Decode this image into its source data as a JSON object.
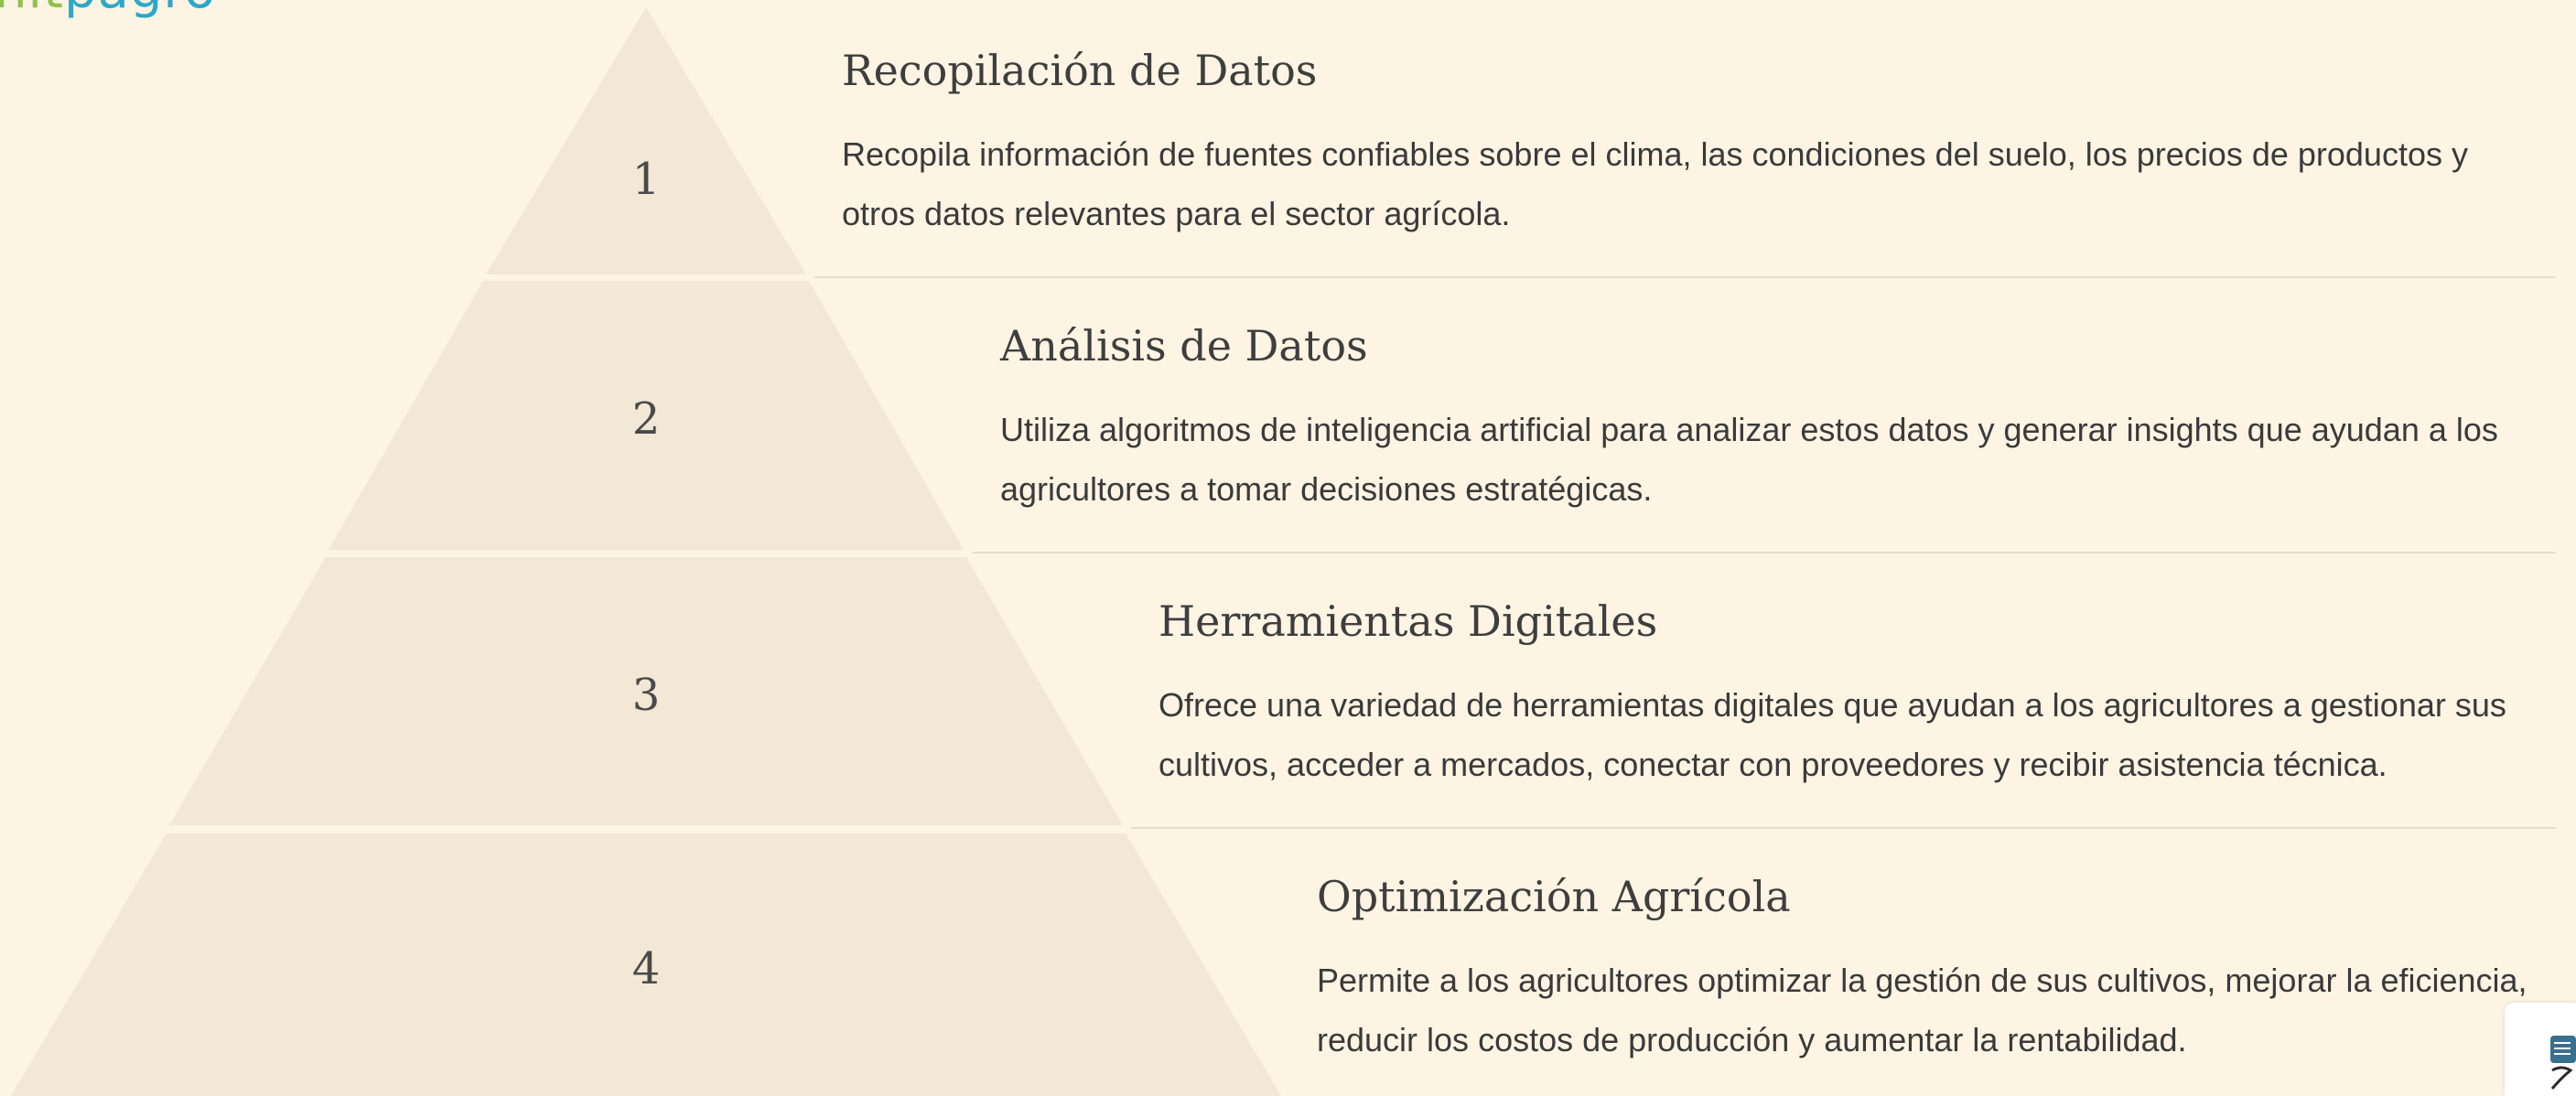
{
  "logo": {
    "text_green": "nit",
    "text_blue": "pagro"
  },
  "colors": {
    "background": "#fdf4e4",
    "pyramid_fill": "#f3e7d5",
    "divider": "#e6dccb",
    "text": "#3e3e3e"
  },
  "steps": [
    {
      "number": "1",
      "title": "Recopilación de Datos",
      "description": "Recopila información de fuentes confiables sobre el clima, las condiciones del suelo, los precios de productos y otros datos relevantes para el sector agrícola."
    },
    {
      "number": "2",
      "title": "Análisis de Datos",
      "description": "Utiliza algoritmos de inteligencia artificial para analizar estos datos y generar insights que ayudan a los agricultores a tomar decisiones estratégicas."
    },
    {
      "number": "3",
      "title": "Herramientas Digitales",
      "description": "Ofrece una variedad de herramientas digitales que ayudan a los agricultores a gestionar sus cultivos, acceder a mercados, conectar con proveedores y recibir asistencia técnica."
    },
    {
      "number": "4",
      "title": "Optimización Agrícola",
      "description": "Permite a los agricultores optimizar la gestión de sus cultivos, mejorar la eficiencia, reducir los costos de producción y aumentar la rentabilidad."
    }
  ]
}
